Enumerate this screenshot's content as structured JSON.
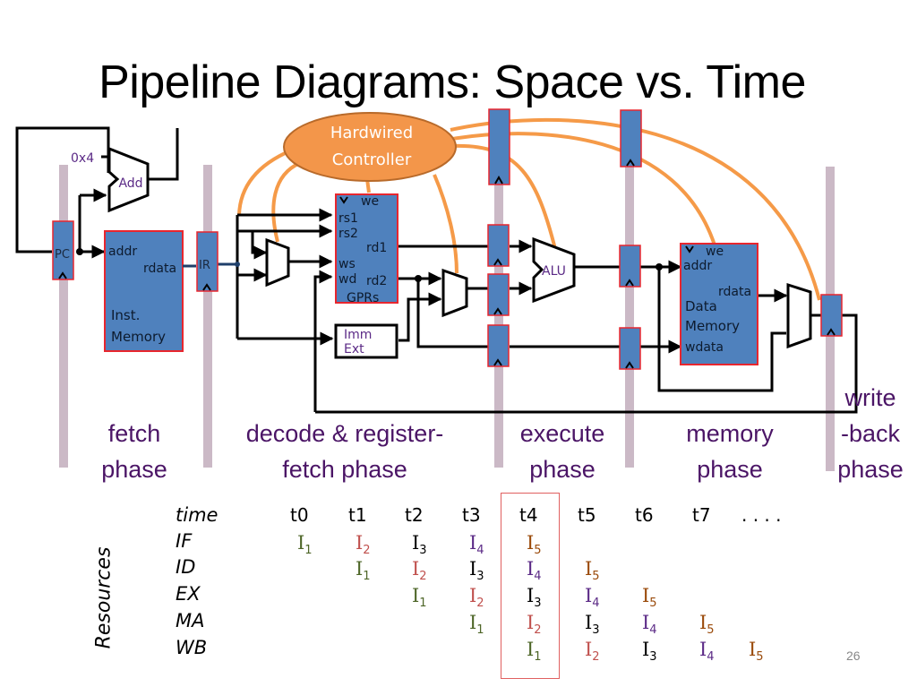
{
  "slide": {
    "title": "Pipeline Diagrams: Space vs. Time",
    "page_number": "26"
  },
  "colors": {
    "register_fill": "#4f81bd",
    "register_border": "#e8262e",
    "pipeline_bar": "#cbb9c6",
    "control_wire": "#f59a48",
    "controller_fill": "#f3964a",
    "phase_text": "#4b1566",
    "i1": "#4e6628",
    "i2": "#c0504d",
    "i3": "#000000",
    "i4": "#5b2a86",
    "i5": "#9a4a0a"
  },
  "datapath": {
    "controller": {
      "line1": "Hardwired",
      "line2": "Controller"
    },
    "const_4": "0x4",
    "adder": "Add",
    "pc": "PC",
    "ir": "IR",
    "inst_mem": {
      "addr": "addr",
      "rdata": "rdata",
      "name1": "Inst.",
      "name2": "Memory"
    },
    "gprs": {
      "we": "we",
      "rs1": "rs1",
      "rs2": "rs2",
      "rd1": "rd1",
      "ws": "ws",
      "wd": "wd",
      "rd2": "rd2",
      "name": "GPRs"
    },
    "imm_ext": {
      "line1": "Imm",
      "line2": "Ext"
    },
    "alu": "ALU",
    "data_mem": {
      "we": "we",
      "addr": "addr",
      "rdata": "rdata",
      "name1": "Data",
      "name2": "Memory",
      "wdata": "wdata"
    }
  },
  "phases": [
    {
      "line1": "fetch",
      "line2": "phase"
    },
    {
      "line1": "decode & register-",
      "line2": "fetch phase"
    },
    {
      "line1": "execute",
      "line2": "phase"
    },
    {
      "line1": "memory",
      "line2": "phase"
    },
    {
      "line1": "write",
      "line2": "-back",
      "line3": "phase"
    }
  ],
  "table": {
    "axis_label": "Resources",
    "time_label": "time",
    "time_ticks": [
      "t0",
      "t1",
      "t2",
      "t3",
      "t4",
      "t5",
      "t6",
      "t7",
      ". . . ."
    ],
    "highlighted_column": "t4",
    "rows": [
      {
        "stage": "IF",
        "cells": [
          {
            "t": 0,
            "i": 1
          },
          {
            "t": 1,
            "i": 2
          },
          {
            "t": 2,
            "i": 3
          },
          {
            "t": 3,
            "i": 4
          },
          {
            "t": 4,
            "i": 5
          }
        ]
      },
      {
        "stage": "ID",
        "cells": [
          {
            "t": 1,
            "i": 1
          },
          {
            "t": 2,
            "i": 2
          },
          {
            "t": 3,
            "i": 3
          },
          {
            "t": 4,
            "i": 4
          },
          {
            "t": 5,
            "i": 5
          }
        ]
      },
      {
        "stage": "EX",
        "cells": [
          {
            "t": 2,
            "i": 1
          },
          {
            "t": 3,
            "i": 2
          },
          {
            "t": 4,
            "i": 3
          },
          {
            "t": 5,
            "i": 4
          },
          {
            "t": 6,
            "i": 5
          }
        ]
      },
      {
        "stage": "MA",
        "cells": [
          {
            "t": 3,
            "i": 1
          },
          {
            "t": 4,
            "i": 2
          },
          {
            "t": 5,
            "i": 3
          },
          {
            "t": 6,
            "i": 4
          },
          {
            "t": 7,
            "i": 5
          }
        ]
      },
      {
        "stage": "WB",
        "cells": [
          {
            "t": 4,
            "i": 1
          },
          {
            "t": 5,
            "i": 2
          },
          {
            "t": 6,
            "i": 3
          },
          {
            "t": 7,
            "i": 4
          },
          {
            "t": 8,
            "i": 5
          }
        ]
      }
    ],
    "instruction_prefix": "I"
  }
}
